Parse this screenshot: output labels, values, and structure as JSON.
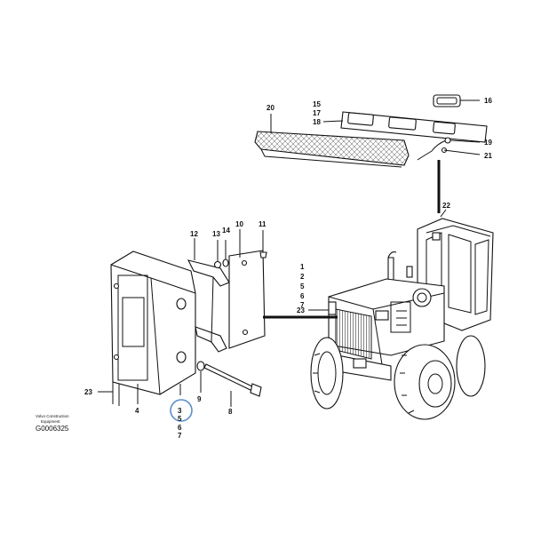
{
  "brand": {
    "line1": "Volvo Construction",
    "line2": "Equipment"
  },
  "figure_code": "G0006325",
  "highlight_color": "#5b8fc9",
  "callouts": {
    "c1": "1",
    "c2": "2",
    "c3": "3",
    "c4": "4",
    "c5": "5",
    "c6": "6",
    "c7": "7",
    "c8": "8",
    "c9": "9",
    "c10": "10",
    "c11": "11",
    "c12": "12",
    "c13": "13",
    "c14": "14",
    "c15": "15",
    "c16": "16",
    "c17": "17",
    "c18": "18",
    "c19": "19",
    "c20": "20",
    "c21": "21",
    "c22": "22",
    "c23": "23"
  }
}
